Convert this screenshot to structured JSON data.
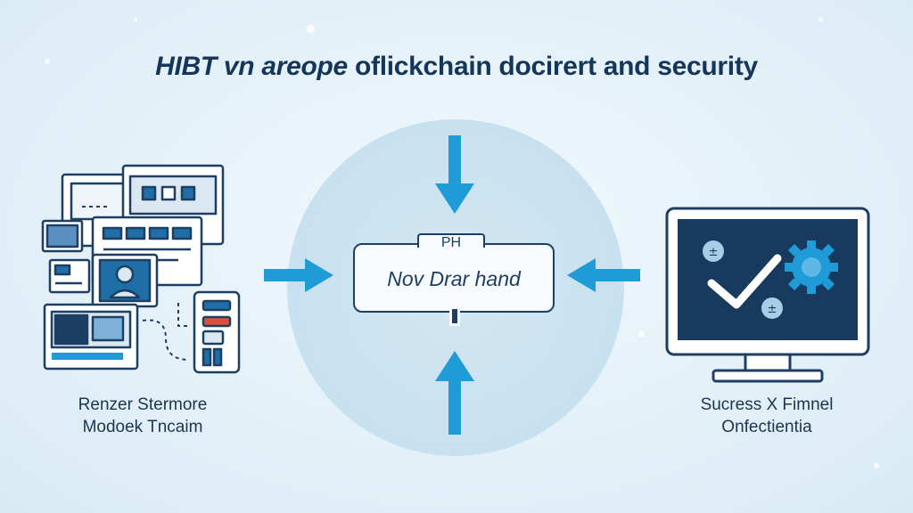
{
  "title": {
    "bold_part": "HIBT vn areope",
    "rest_part": " oflickchain docirert and security"
  },
  "center": {
    "tab_label": "PH",
    "box_label": "Nov Drar hand"
  },
  "left": {
    "caption_line1": "Renzer Stermore",
    "caption_line2": "Modoek Tncaim"
  },
  "right": {
    "caption_line1": "Sucress X Fimnel",
    "caption_line2": "Onfectientia"
  },
  "colors": {
    "background": "#e3f0f8",
    "navy": "#1d3f63",
    "arrow_blue": "#1f9bd7",
    "monitor_screen": "#173a5e",
    "circle_fill": "#c8e1f0"
  },
  "icons": [
    "documents-collage-icon",
    "monitor-check-icon",
    "gear-icon",
    "checkmark-icon",
    "arrow-down-icon",
    "arrow-up-icon",
    "arrow-right-icon",
    "arrow-left-icon"
  ]
}
